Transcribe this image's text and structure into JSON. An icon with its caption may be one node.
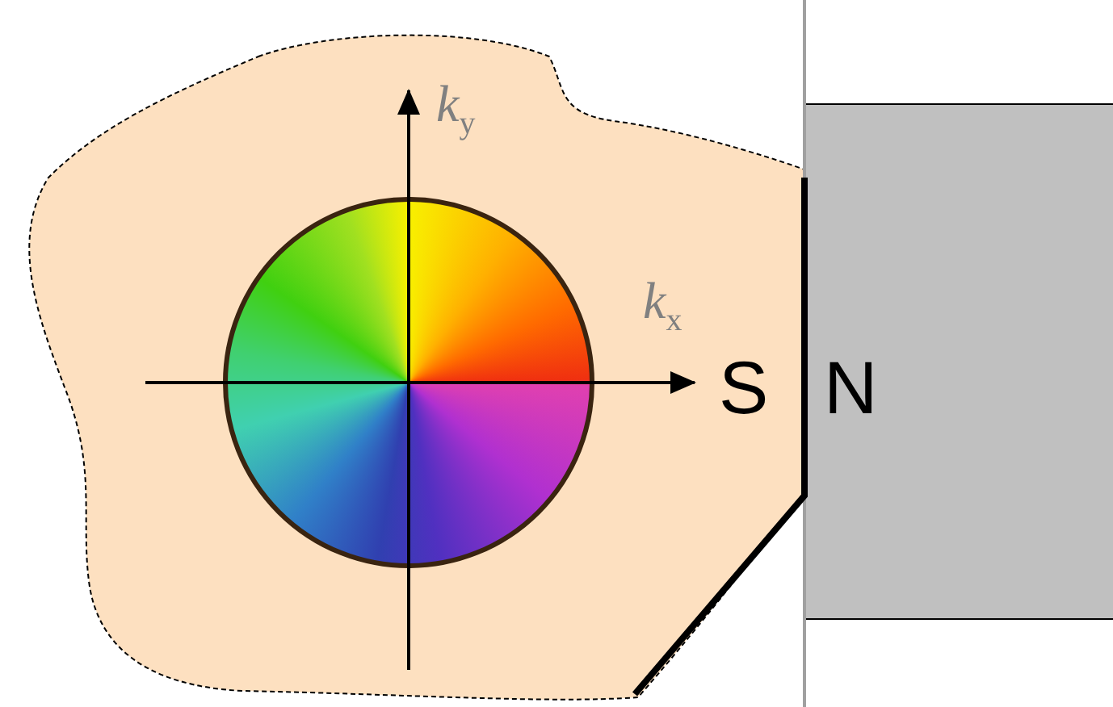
{
  "diagram": {
    "labels": [
      "*k*$_{y}$",
      "*k*$_{x}$",
      "S",
      "N"
    ]
  }
}
